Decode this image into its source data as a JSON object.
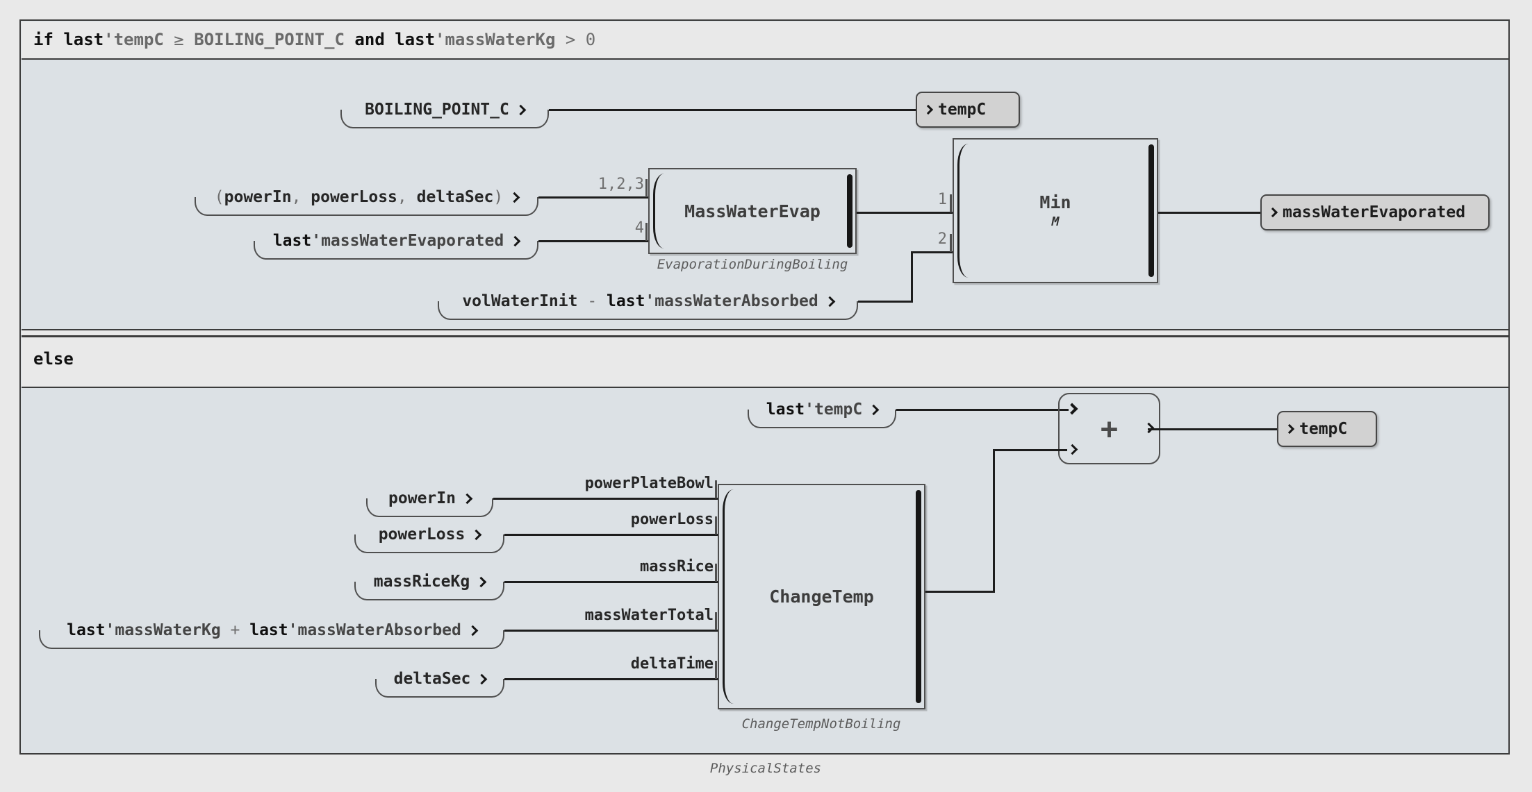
{
  "colors": {
    "canvas_bg": "#e9e9e9",
    "section_bg": "#dce1e5",
    "frame_border": "#3c3c3c",
    "wire": "#1d1d1d",
    "sink_fill": "#d2d2d2"
  },
  "header": {
    "if_segments": [
      {
        "t": "if ",
        "k": "kw"
      },
      {
        "t": "last",
        "k": "kw"
      },
      {
        "t": "'tempC",
        "k": "gray"
      },
      {
        "t": " ≥ ",
        "k": "op"
      },
      {
        "t": "BOILING_POINT_C",
        "k": "gray"
      },
      {
        "t": " and ",
        "k": "kw"
      },
      {
        "t": "last",
        "k": "kw"
      },
      {
        "t": "'massWaterKg",
        "k": "gray"
      },
      {
        "t": " > 0",
        "k": "op"
      }
    ],
    "else_label": "else"
  },
  "captions": {
    "diagram": "PhysicalStates",
    "evap_block": "EvaporationDuringBoiling",
    "changetemp_block": "ChangeTempNotBoiling"
  },
  "if_section": {
    "sources": {
      "boiling_point": {
        "segments": [
          {
            "t": "BOILING_POINT_C",
            "k": "id"
          }
        ]
      },
      "power_tuple": {
        "segments": [
          {
            "t": "(",
            "k": "op"
          },
          {
            "t": "powerIn",
            "k": "id"
          },
          {
            "t": ", ",
            "k": "op"
          },
          {
            "t": "powerLoss",
            "k": "id"
          },
          {
            "t": ", ",
            "k": "op"
          },
          {
            "t": "deltaSec",
            "k": "id"
          },
          {
            "t": ")",
            "k": "op"
          }
        ]
      },
      "last_mass_water_evaporated": {
        "segments": [
          {
            "t": "last",
            "k": "kw"
          },
          {
            "t": "'massWaterEvaporated",
            "k": "tick"
          }
        ]
      },
      "vol_water_expr": {
        "segments": [
          {
            "t": "volWaterInit",
            "k": "id"
          },
          {
            "t": " - ",
            "k": "op"
          },
          {
            "t": "last",
            "k": "kw"
          },
          {
            "t": "'massWaterAbsorbed",
            "k": "tick"
          }
        ]
      }
    },
    "blocks": {
      "mass_water_evap": {
        "label": "MassWaterEvap"
      },
      "min": {
        "label": "Min",
        "sub": "M"
      }
    },
    "sinks": {
      "temp_c": {
        "label": "tempC"
      },
      "mass_water_evaporated": {
        "label": "massWaterEvaporated"
      }
    },
    "wire_labels": {
      "evap_in": "1,2,3",
      "evap_in4": "4",
      "min_in1": "1",
      "min_in2": "2"
    }
  },
  "else_section": {
    "sources": {
      "last_tempc": {
        "segments": [
          {
            "t": "last",
            "k": "kw"
          },
          {
            "t": "'tempC",
            "k": "tick"
          }
        ]
      },
      "power_in": {
        "segments": [
          {
            "t": "powerIn",
            "k": "id"
          }
        ]
      },
      "power_loss": {
        "segments": [
          {
            "t": "powerLoss",
            "k": "id"
          }
        ]
      },
      "mass_rice_kg": {
        "segments": [
          {
            "t": "massRiceKg",
            "k": "id"
          }
        ]
      },
      "mass_water_sum": {
        "segments": [
          {
            "t": "last",
            "k": "kw"
          },
          {
            "t": "'massWaterKg",
            "k": "tick"
          },
          {
            "t": " + ",
            "k": "op"
          },
          {
            "t": "last",
            "k": "kw"
          },
          {
            "t": "'massWaterAbsorbed",
            "k": "tick"
          }
        ]
      },
      "delta_sec": {
        "segments": [
          {
            "t": "deltaSec",
            "k": "id"
          }
        ]
      }
    },
    "blocks": {
      "change_temp": {
        "label": "ChangeTemp"
      },
      "plus": {
        "label": "+"
      }
    },
    "sinks": {
      "temp_c": {
        "label": "tempC"
      }
    },
    "port_labels": {
      "power_plate_bowl": "powerPlateBowl",
      "power_loss": "powerLoss",
      "mass_rice": "massRice",
      "mass_water_total": "massWaterTotal",
      "delta_time": "deltaTime"
    }
  }
}
